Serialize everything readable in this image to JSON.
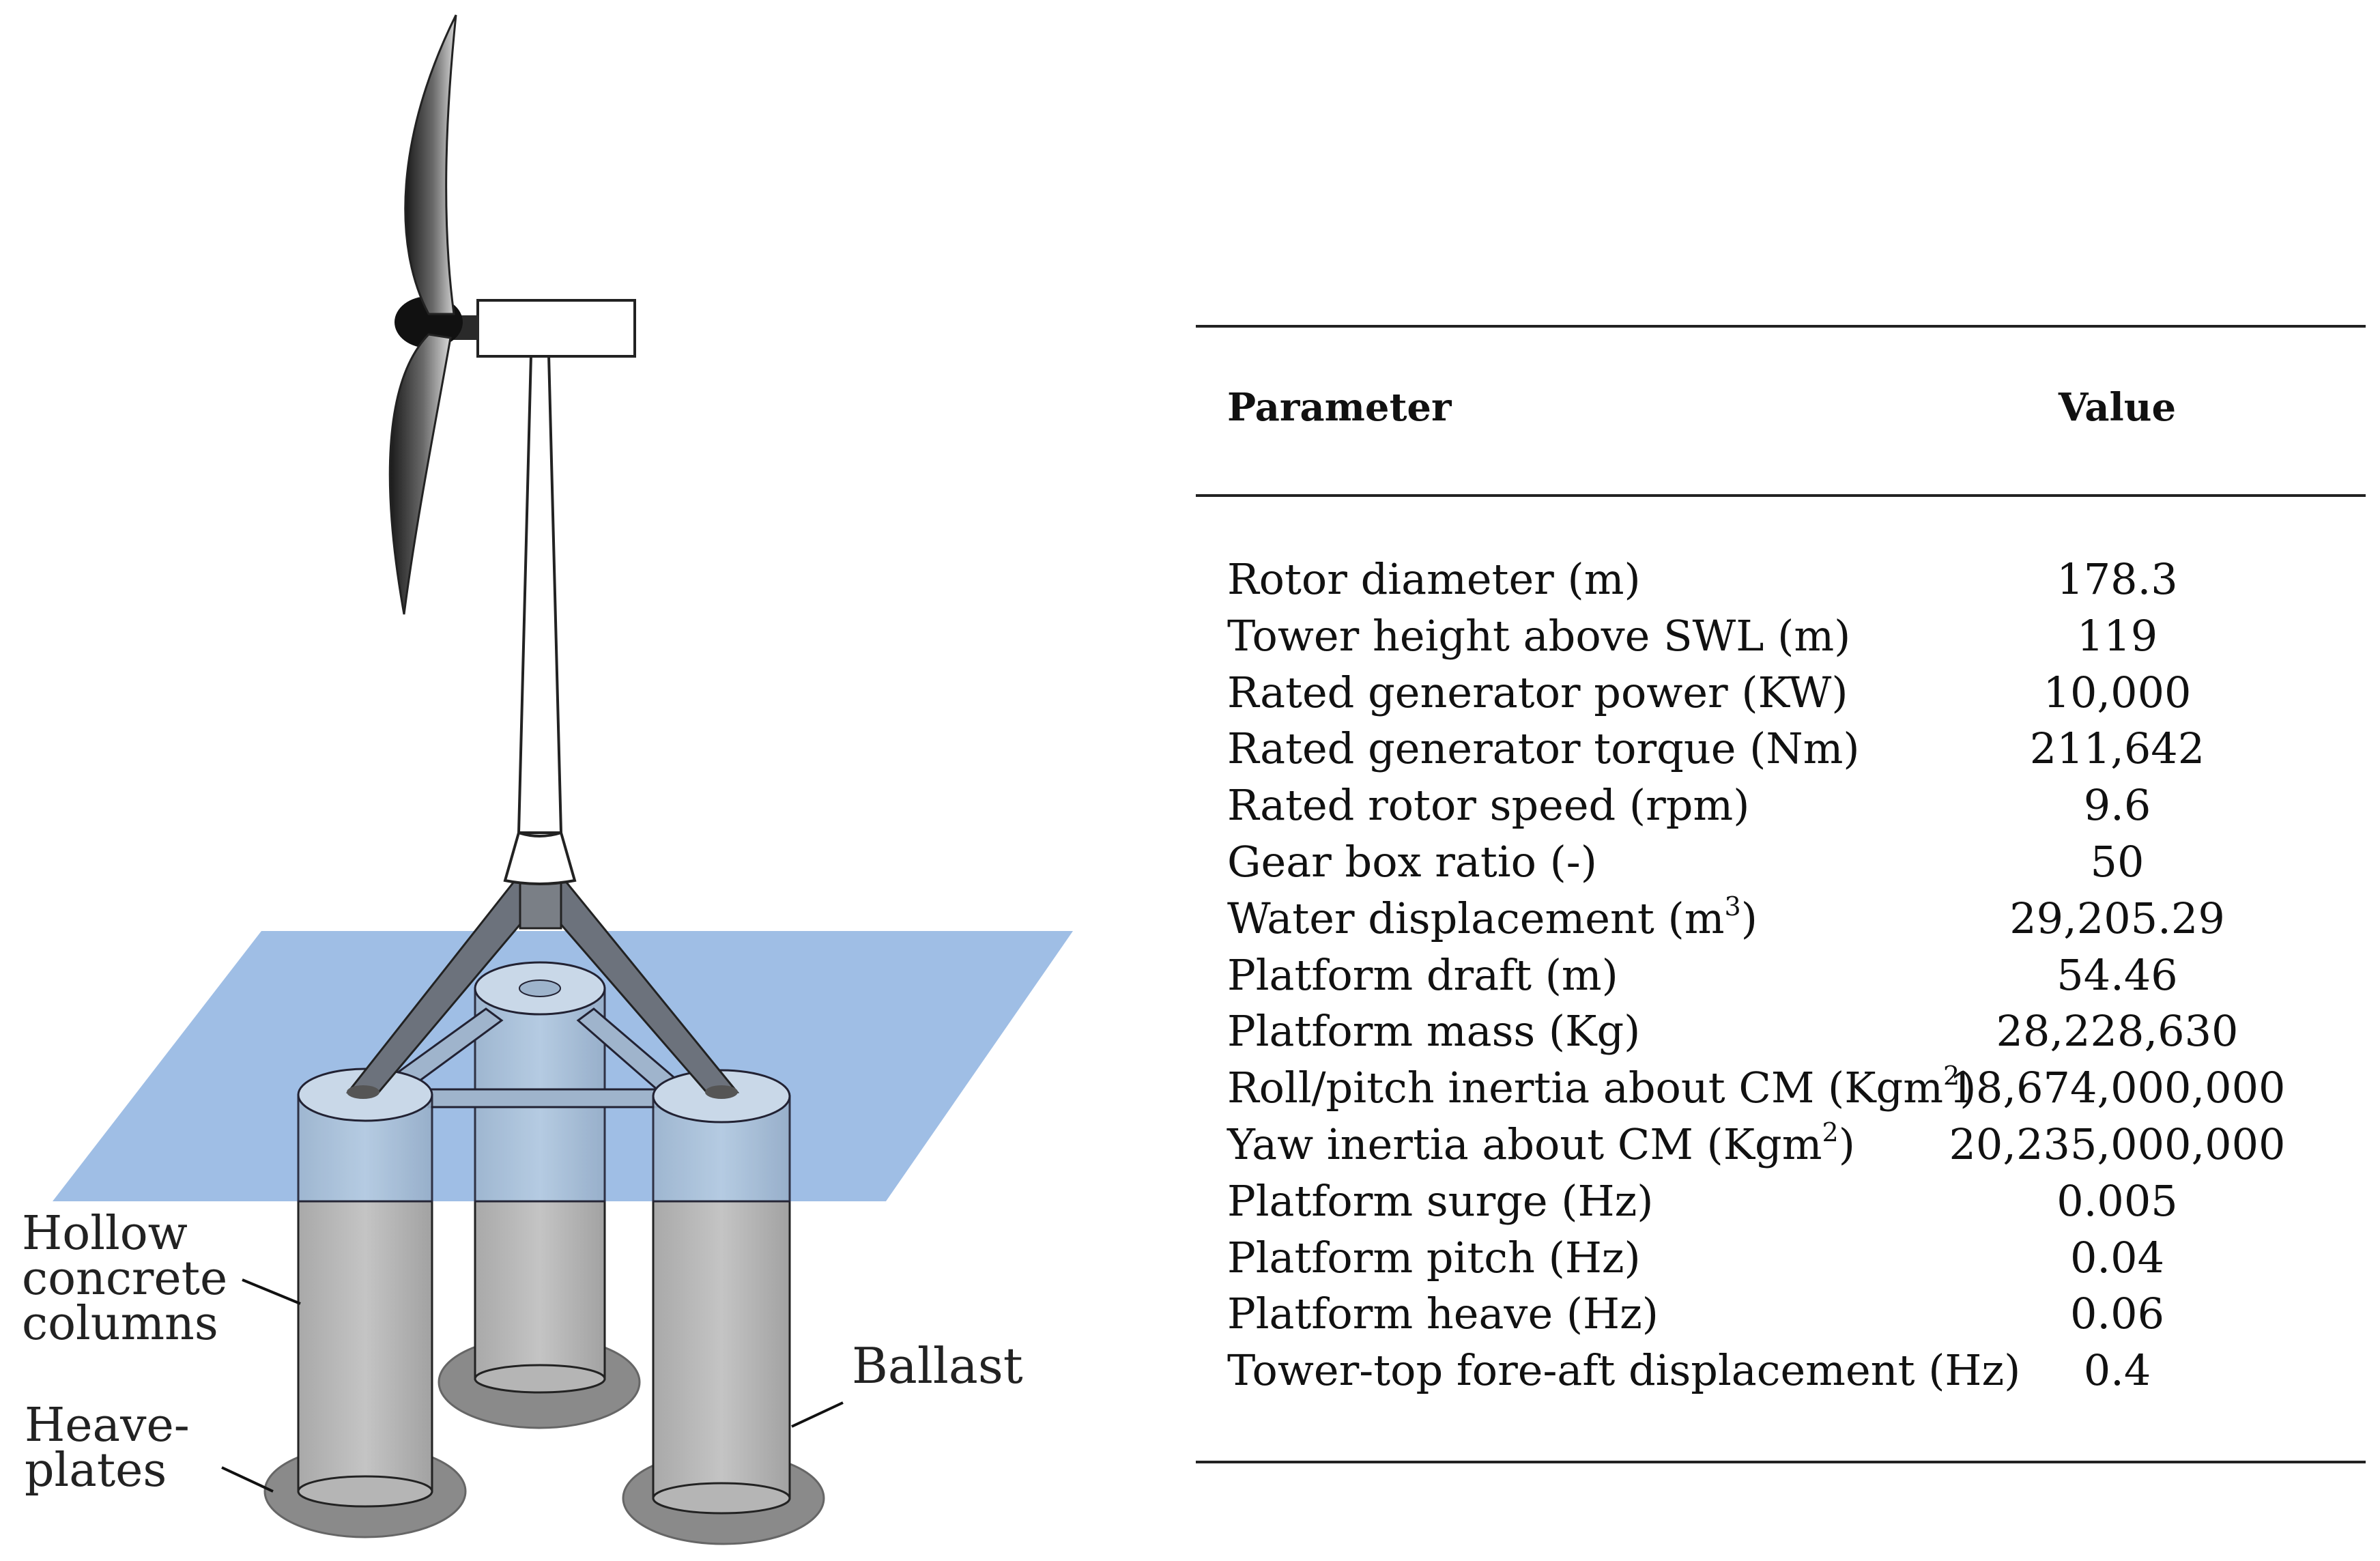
{
  "diagram": {
    "labels": {
      "columns": "Hollow concrete columns",
      "heaveplates": "Heave-plates",
      "ballast": "Ballast"
    }
  },
  "table": {
    "header": {
      "parameter": "Parameter",
      "value": "Value"
    },
    "rows": [
      {
        "parameter": "Rotor diameter (m)",
        "value": "178.3"
      },
      {
        "parameter": "Tower height above SWL (m)",
        "value": "119"
      },
      {
        "parameter": "Rated generator power (KW)",
        "value": "10,000"
      },
      {
        "parameter": "Rated generator torque (Nm)",
        "value": "211,642"
      },
      {
        "parameter": "Rated rotor speed (rpm)",
        "value": "9.6"
      },
      {
        "parameter": "Gear box ratio (-)",
        "value": "50"
      },
      {
        "parameter": "Water displacement (m3)",
        "value": "29,205.29"
      },
      {
        "parameter": "Platform draft (m)",
        "value": "54.46"
      },
      {
        "parameter": "Platform mass (Kg)",
        "value": "28,228,630"
      },
      {
        "parameter": "Roll/pitch inertia about CM (Kgm2)",
        "value": "18,674,000,000"
      },
      {
        "parameter": "Yaw inertia about CM (Kgm2)",
        "value": "20,235,000,000"
      },
      {
        "parameter": "Platform surge (Hz)",
        "value": "0.005"
      },
      {
        "parameter": "Platform pitch (Hz)",
        "value": "0.04"
      },
      {
        "parameter": "Platform heave (Hz)",
        "value": "0.06"
      },
      {
        "parameter": "Tower-top fore-aft displacement (Hz)",
        "value": "0.4"
      }
    ]
  }
}
